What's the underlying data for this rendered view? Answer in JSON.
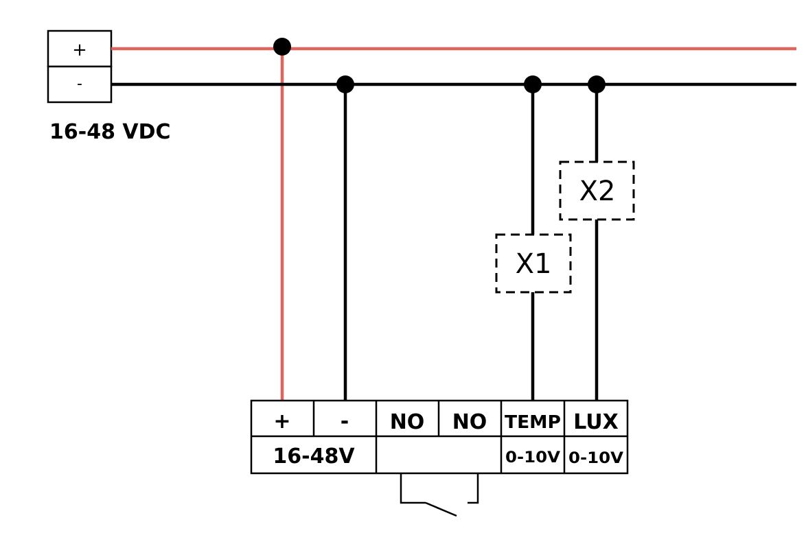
{
  "colors": {
    "positive": "#e0645b",
    "negative": "#000000",
    "background": "#ffffff"
  },
  "power_supply": {
    "plus_label": "+",
    "minus_label": "-",
    "voltage_label": "16-48 VDC"
  },
  "loads": {
    "x1_label": "X1",
    "x2_label": "X2"
  },
  "terminal_block": {
    "plus_label": "+",
    "minus_label": "-",
    "no1_label": "NO",
    "no2_label": "NO",
    "temp_label": "TEMP",
    "lux_label": "LUX",
    "supply_label": "16-48V",
    "temp_range": "0-10V",
    "lux_range": "0-10V"
  }
}
